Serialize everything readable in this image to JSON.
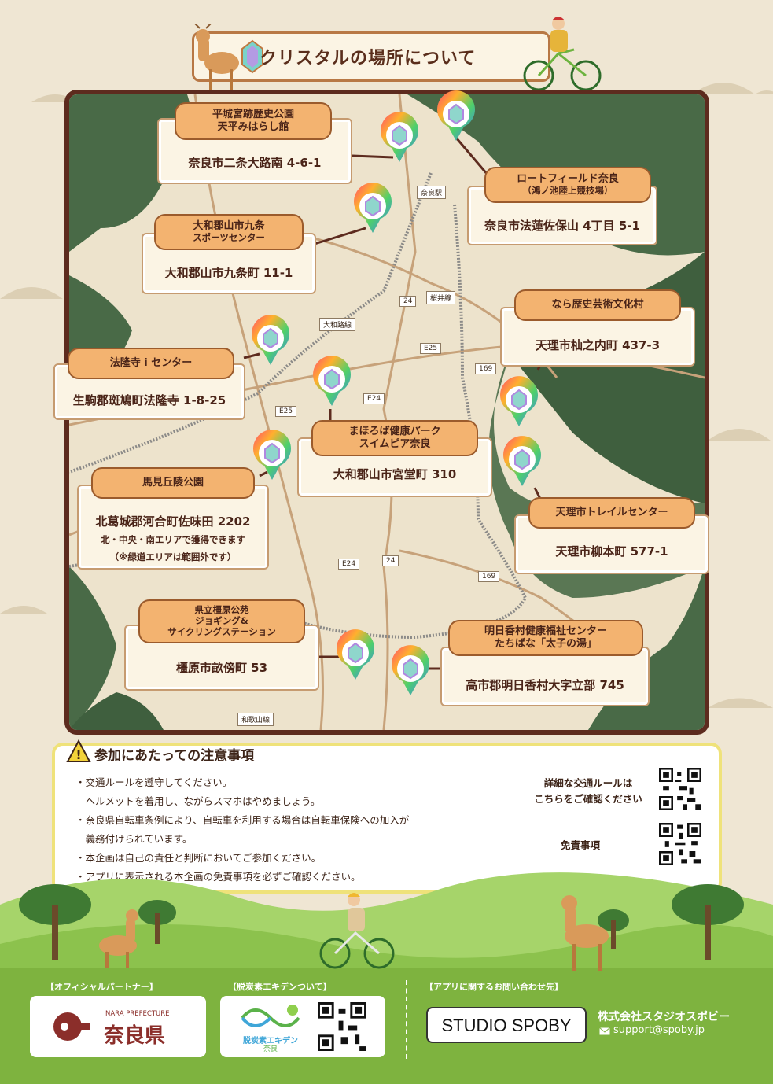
{
  "header": {
    "title": "クリスタルの場所について"
  },
  "locations": [
    {
      "tab": [
        "平城宮跡歴史公園",
        "天平みはらし館"
      ],
      "address": "奈良市二条大路南 4-6-1"
    },
    {
      "tab": [
        "ロートフィールド奈良",
        "（鴻ノ池陸上競技場）"
      ],
      "address": "奈良市法蓮佐保山 4丁目 5-1"
    },
    {
      "tab": [
        "大和郡山市九条",
        "スポーツセンター"
      ],
      "address": "大和郡山市九条町 11-1"
    },
    {
      "tab": [
        "なら歴史芸術文化村"
      ],
      "address": "天理市杣之内町 437-3"
    },
    {
      "tab": [
        "法隆寺 i センター"
      ],
      "address": "生駒郡斑鳩町法隆寺 1-8-25"
    },
    {
      "tab": [
        "まほろば健康パーク",
        "スイムピア奈良"
      ],
      "address": "大和郡山市宮堂町 310"
    },
    {
      "tab": [
        "馬見丘陵公園"
      ],
      "address": "北葛城郡河合町佐味田 2202",
      "notes": [
        "北・中央・南エリアで獲得できます",
        "（※緑道エリアは範囲外です）"
      ]
    },
    {
      "tab": [
        "天理市トレイルセンター"
      ],
      "address": "天理市柳本町 577-1"
    },
    {
      "tab": [
        "県立橿原公苑",
        "ジョギング&",
        "サイクリングステーション"
      ],
      "address": "橿原市畝傍町 53"
    },
    {
      "tab": [
        "明日香村健康福祉センター",
        "たちばな「太子の湯」"
      ],
      "address": "高市郡明日香村大字立部 745"
    }
  ],
  "roads": [
    "奈良駅",
    "桜井線",
    "大和路線",
    "E25",
    "E25",
    "E24",
    "E24",
    "169",
    "169",
    "24",
    "24",
    "和歌山線"
  ],
  "notice": {
    "title": "参加にあたっての注意事項",
    "lines": [
      "・交通ルールを遵守してください。",
      "　ヘルメットを着用し、ながらスマホはやめましょう。",
      "・奈良県自転車条例により、自転車を利用する場合は自転車保険への加入が",
      "　義務付けられています。",
      "・本企画は自己の責任と判断においてご参加ください。",
      "・アプリに表示される本企画の免責事項を必ずご確認ください。"
    ],
    "traffic_rules": [
      "詳細な交通ルールは",
      "こちらをご確認ください"
    ],
    "disclaimer": "免責事項"
  },
  "footer": {
    "partner_label": "【オフィシャルパートナー】",
    "partner_en": "NARA PREFECTURE",
    "partner_jp": "奈良県",
    "ekiden_label": "【脱炭素エキデンついて】",
    "ekiden_name": "脱炭素エキデン",
    "ekiden_city": "奈良",
    "contact_label": "【アプリに関するお問い合わせ先】",
    "studio": "STUDIO SPOBY",
    "company": "株式会社スタジオスポビー",
    "email": "support@spoby.jp"
  },
  "colors": {
    "frame": "#5d2b1e",
    "forest": "#496a47",
    "tab": "#f3b370",
    "footer_green": "#7eb33f"
  }
}
